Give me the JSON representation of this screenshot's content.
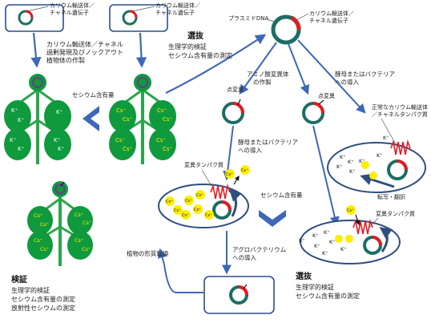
{
  "labels": {
    "gene_label_line1": "カリウム輸送体／",
    "gene_label_line2": "チャネル遺伝子",
    "plasmid_label": "プラスミドDNA",
    "overexpress_line1": "カリウム輸送体／チャネル",
    "overexpress_line2": "過剰発現及びノックアウト",
    "overexpress_line3": "植物体の作製",
    "select_title": "選抜",
    "select_line1": "生理学的検証",
    "select_line2": "セシウム含有量の測定",
    "cesium_content": "セシウム含有量",
    "point_mutation": "点変異",
    "amino_acid_line1": "アミノ酸変異体",
    "amino_acid_line2": "の作製",
    "yeast_intro_line1": "酵母またはバクテリア",
    "yeast_intro_line2": "への導入",
    "normal_protein_line1": "正常なカリウム輸送体",
    "normal_protein_line2": "／チャネルタンパク質",
    "mutant_protein": "変異タンパク質",
    "transcription": "転写・翻訳",
    "plant_transform": "植物の形質転換",
    "agro_line1": "アグロバクテリウム",
    "agro_line2": "への導入",
    "verify_title": "検証",
    "verify_line1": "生理学的検証",
    "verify_line2": "セシウム含有量の測定",
    "verify_line3": "放射性セシウムの測定",
    "select2_title": "選抜",
    "select2_line1": "生理学的検証",
    "select2_line2": "セシウム含有量の測定"
  },
  "ions": {
    "k": "K⁺",
    "cs": "Cs⁺"
  },
  "colors": {
    "leaf_green": "#0e9a3d",
    "stem_green": "#2aa64a",
    "arrow_blue": "#3e67b8",
    "frame_blue": "#2e4d8a",
    "cell_blue": "#2f4f7f",
    "ring_teal": "#1b6e63",
    "mutation_red": "#e31b23",
    "cs_yellow": "#ffee00",
    "ion_white": "#ffffff"
  }
}
